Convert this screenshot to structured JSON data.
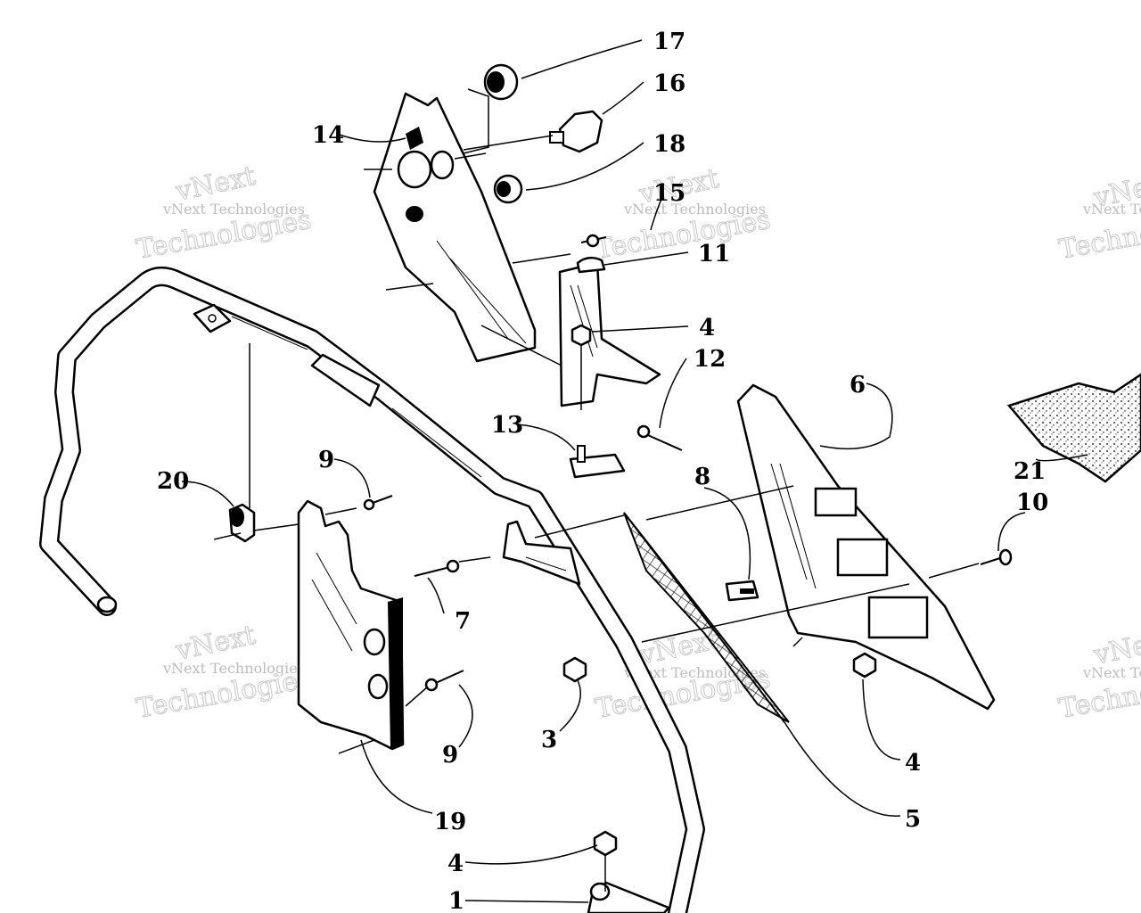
{
  "watermark": {
    "line1": "vNext Technologies",
    "line2": "Technologies",
    "line3": "vNext"
  },
  "callouts": {
    "c1": "1",
    "c3": "3",
    "c4a": "4",
    "c4b": "4",
    "c4c": "4",
    "c5": "5",
    "c6": "6",
    "c7": "7",
    "c8": "8",
    "c9a": "9",
    "c9b": "9",
    "c10": "10",
    "c11": "11",
    "c12": "12",
    "c13": "13",
    "c14": "14",
    "c15": "15",
    "c16": "16",
    "c17": "17",
    "c18": "18",
    "c19": "19",
    "c20": "20",
    "c21": "21"
  }
}
